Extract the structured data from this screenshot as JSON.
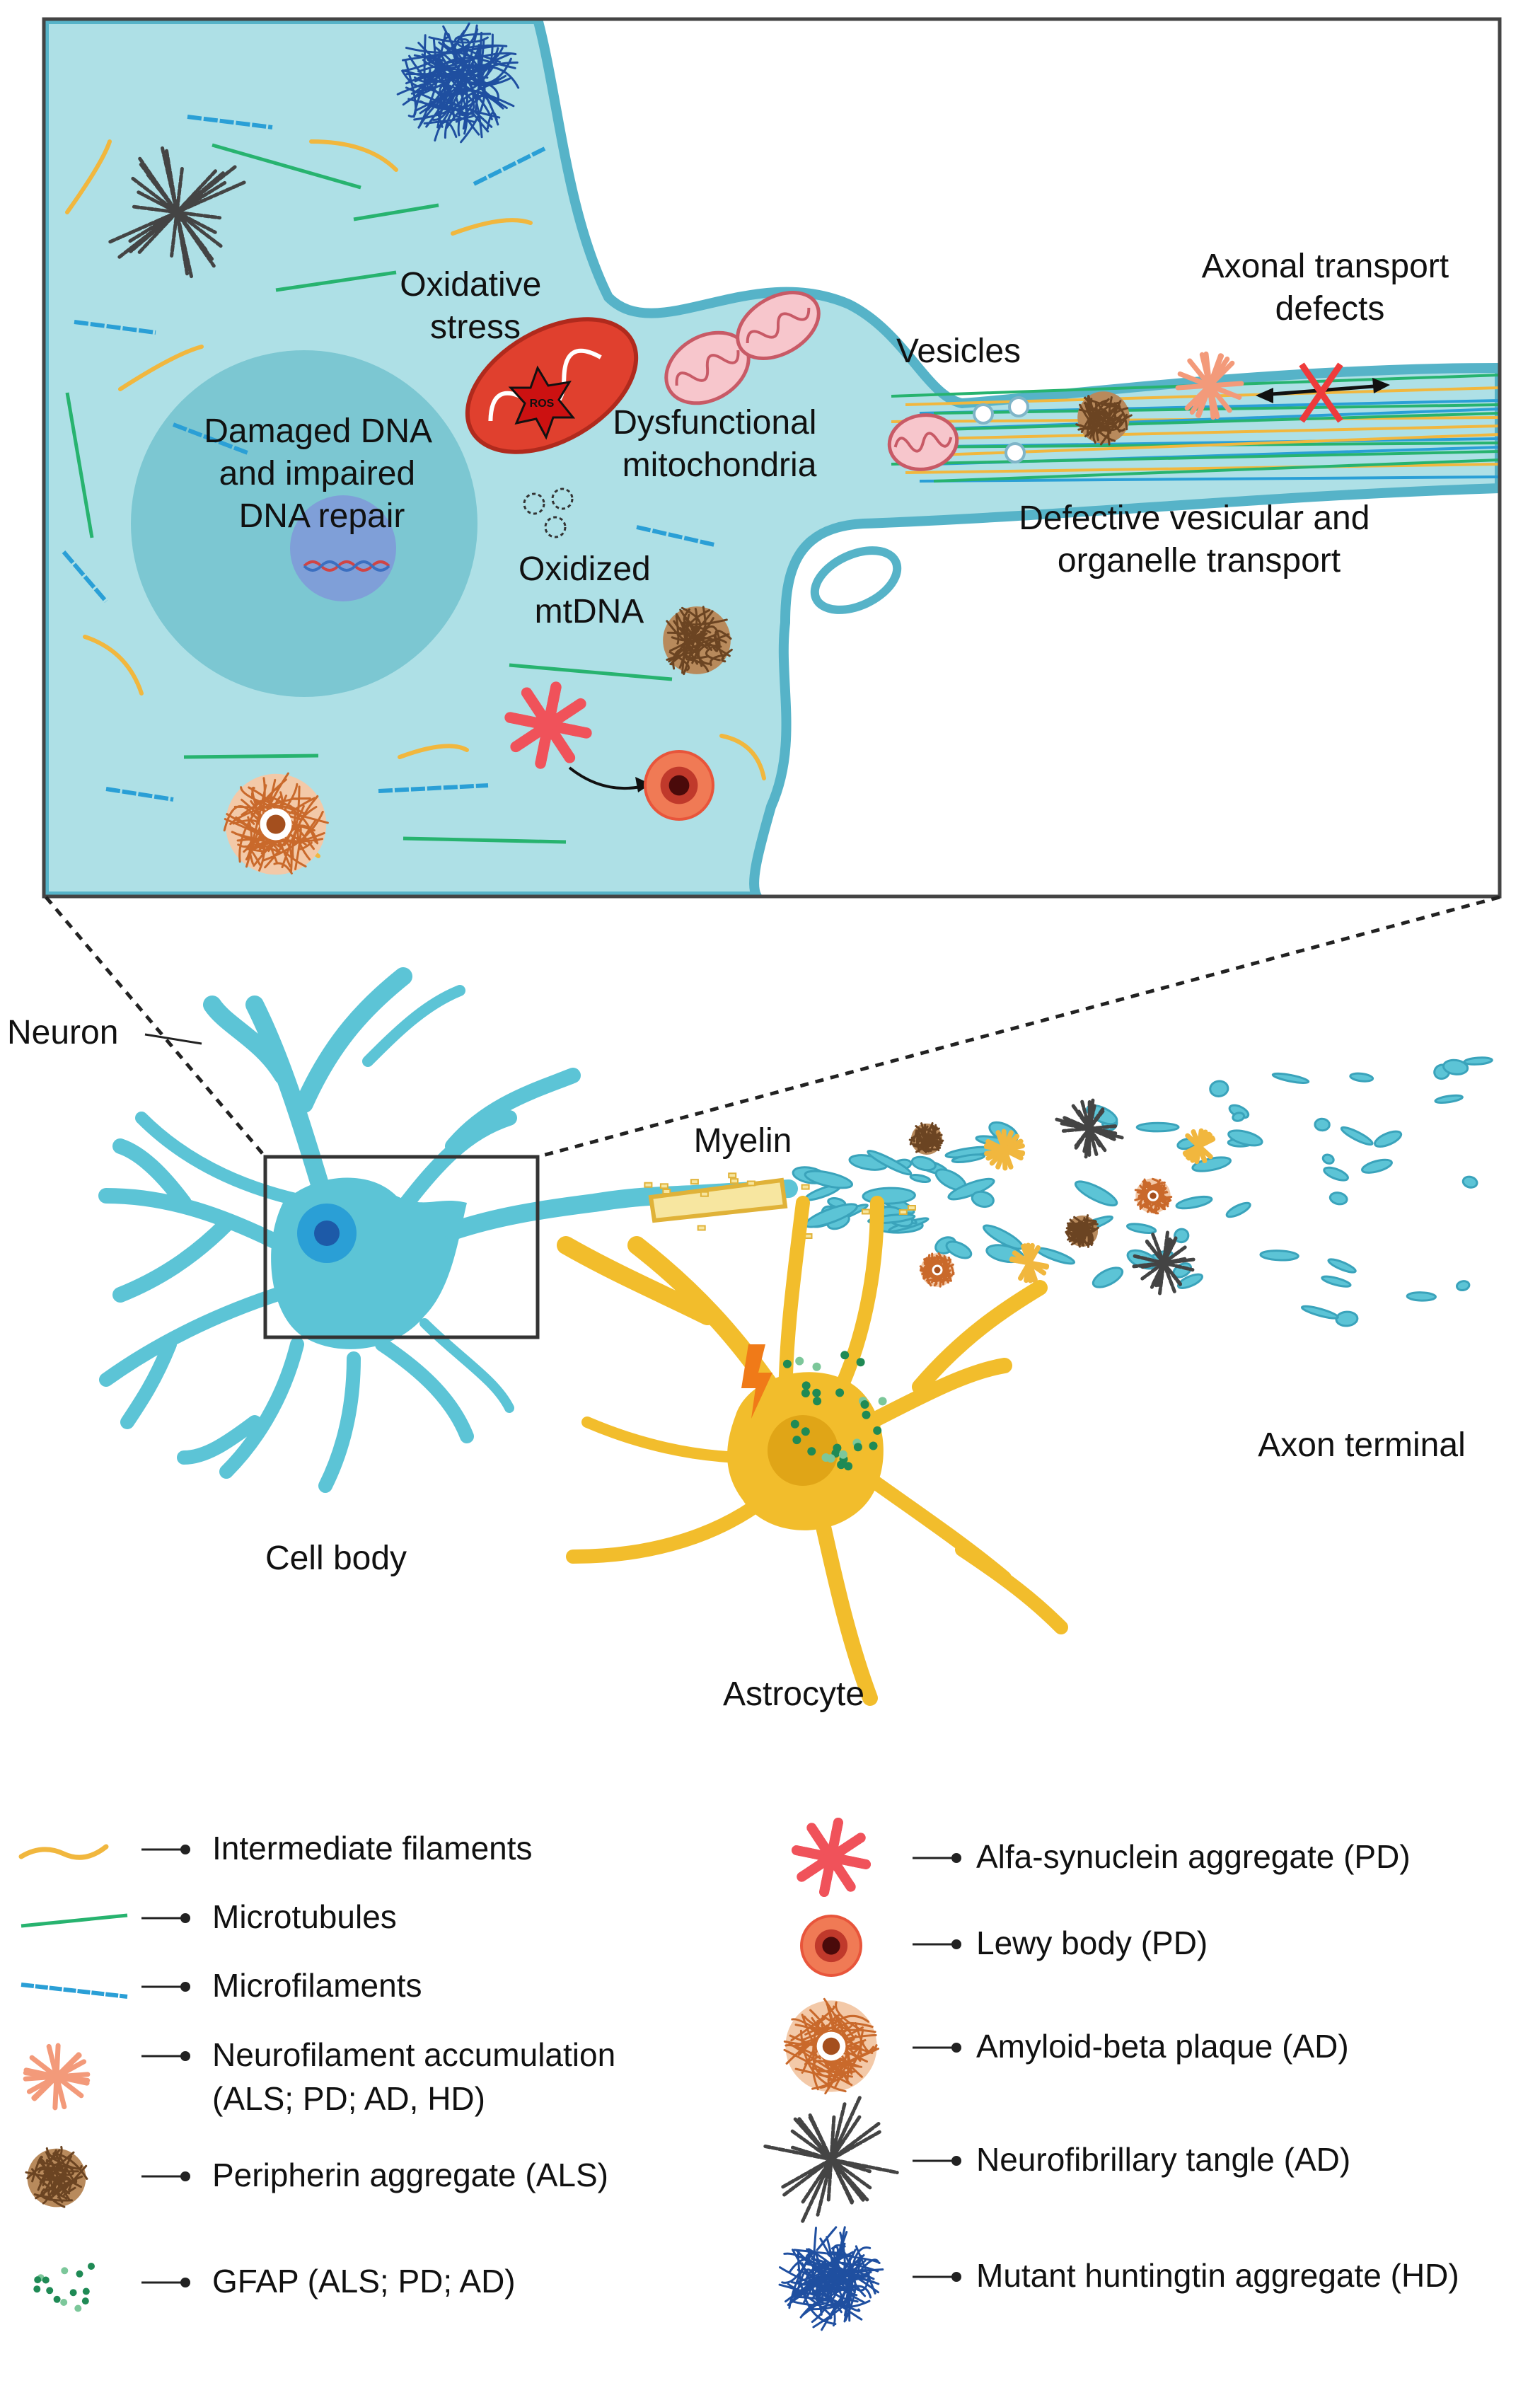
{
  "inset_labels": {
    "oxidative_stress": [
      "Oxidative",
      "stress"
    ],
    "damaged_dna": [
      "Damaged DNA",
      "and impaired",
      "DNA repair"
    ],
    "dysfunctional_mitochondria": [
      "Dysfunctional",
      "mitochondria"
    ],
    "oxidized_mtdna": [
      "Oxidized",
      "mtDNA"
    ],
    "vesicles": "Vesicles",
    "axonal_transport": [
      "Axonal transport",
      "defects"
    ],
    "defective_transport": [
      "Defective vesicular and",
      "organelle transport"
    ],
    "ros": "ROS"
  },
  "overview_labels": {
    "neuron": "Neuron",
    "myelin": "Myelin",
    "cell_body": "Cell body",
    "astrocyte": "Astrocyte",
    "axon_terminal": "Axon terminal"
  },
  "legend_left": [
    {
      "icon": "intermediate-filament-icon",
      "lines": [
        "Intermediate filaments"
      ]
    },
    {
      "icon": "microtubule-icon",
      "lines": [
        "Microtubules"
      ]
    },
    {
      "icon": "microfilament-icon",
      "lines": [
        "Microfilaments"
      ]
    },
    {
      "icon": "neurofilament-accumulation-icon",
      "lines": [
        "Neurofilament accumulation",
        "(ALS; PD; AD, HD)"
      ]
    },
    {
      "icon": "peripherin-aggregate-icon",
      "lines": [
        "Peripherin aggregate (ALS)"
      ]
    },
    {
      "icon": "gfap-icon",
      "lines": [
        "GFAP (ALS; PD; AD)"
      ]
    }
  ],
  "legend_right": [
    {
      "icon": "alfa-synuclein-icon",
      "lines": [
        "Alfa-synuclein aggregate (PD)"
      ]
    },
    {
      "icon": "lewy-body-icon",
      "lines": [
        "Lewy body (PD)"
      ]
    },
    {
      "icon": "amyloid-beta-plaque-icon",
      "lines": [
        "Amyloid-beta plaque (AD)"
      ]
    },
    {
      "icon": "neurofibrillary-tangle-icon",
      "lines": [
        "Neurofibrillary tangle (AD)"
      ]
    },
    {
      "icon": "mutant-huntingtin-icon",
      "lines": [
        "Mutant huntingtin aggregate (HD)"
      ]
    }
  ],
  "colors": {
    "neuron_fill": "#5cc4d6",
    "neuron_outline": "#3aa3bb",
    "cytoplasm": "#aee0e6",
    "inset_background": "#ffffff",
    "nucleus": "#7cc7d2",
    "nucleolus": "#7f9fd8",
    "astrocyte": "#f2bd2c",
    "intermediate_filament": "#f1b73e",
    "microtubule": "#27b36f",
    "microfilament": "#2a9fd6",
    "mitochondria_healthy": "#f7c6cc",
    "mitochondria_stressed": "#e0402e",
    "alfa_synuclein": "#f0525a",
    "lewy_body": "#e8553b",
    "amyloid": "#c9692b",
    "peripherin": "#9a6a3a",
    "tangle": "#444444",
    "huntingtin": "#1f4fa0",
    "gfap": "#1f8a55",
    "block_x": "#ee3b3b"
  }
}
